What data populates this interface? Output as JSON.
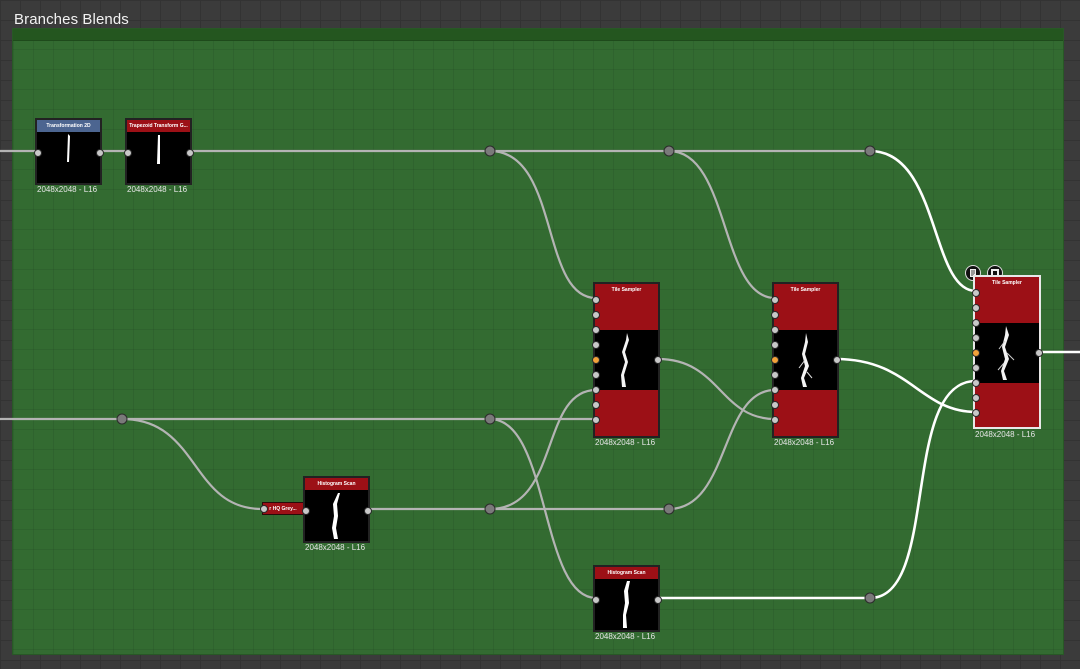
{
  "frame": {
    "title": "Branches Blends"
  },
  "nodes": {
    "transformation_2d": {
      "title": "Transformation 2D",
      "label": "2048x2048 - L16"
    },
    "trapezoid_transform": {
      "title": "Trapezoid Transform G...",
      "label": "2048x2048 - L16"
    },
    "tile_sampler_1": {
      "title": "Tile Sampler",
      "label": "2048x2048 - L16"
    },
    "tile_sampler_2": {
      "title": "Tile Sampler",
      "label": "2048x2048 - L16"
    },
    "tile_sampler_3": {
      "title": "Tile Sampler",
      "label": "2048x2048 - L16"
    },
    "histogram_scan_1": {
      "title": "Histogram Scan",
      "label": "2048x2048 - L16"
    },
    "histogram_scan_2": {
      "title": "Histogram Scan",
      "label": "2048x2048 - L16"
    },
    "hq_grayscale": {
      "title": "r HQ Grey..."
    }
  },
  "icons": [
    "document-icon",
    "bake-icon"
  ],
  "colors": {
    "frame_bg": "#336b31",
    "canvas_bg": "#3b3b3b",
    "node_header_red": "#9c1016",
    "node_header_blue": "#4c6590",
    "wire_default": "#b4b4b4",
    "wire_selected": "#ffffff",
    "port_orange": "#f2a23a"
  }
}
